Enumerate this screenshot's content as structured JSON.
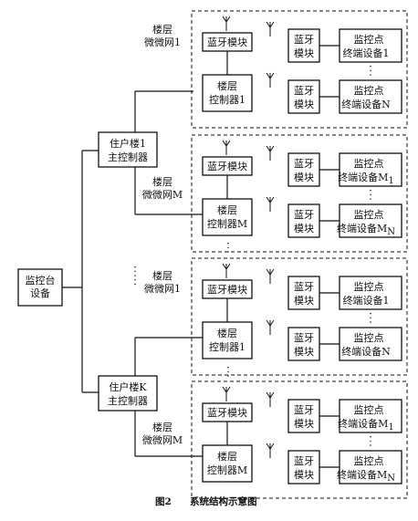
{
  "figure": {
    "caption_number": "图2",
    "caption_text": "系统结构示意图"
  },
  "root": {
    "line1": "监控台",
    "line2": "设备"
  },
  "buildings": [
    {
      "line1": "住户楼1",
      "line2": "主控制器"
    },
    {
      "line1": "住户楼K",
      "line2": "主控制器"
    }
  ],
  "groups": [
    {
      "label1": "楼层",
      "label2": "微微网1",
      "bt_module": "蓝牙模块",
      "floor_ctrl1": "楼层",
      "floor_ctrl2": "控制器1",
      "small_bt1": "蓝牙",
      "small_bt2": "模块",
      "term_top1": "监控点",
      "term_top2": "终端设备1",
      "term_bot1": "监控点",
      "term_bot2": "终端设备N"
    },
    {
      "label1": "楼层",
      "label2": "微微网M",
      "bt_module": "蓝牙模块",
      "floor_ctrl1": "楼层",
      "floor_ctrl2": "控制器M",
      "small_bt1": "蓝牙",
      "small_bt2": "模块",
      "term_top1": "监控点",
      "term_top2": "终端设备M",
      "term_top_sub": "1",
      "term_bot1": "监控点",
      "term_bot2": "终端设备M",
      "term_bot_sub": "N"
    },
    {
      "label1": "楼层",
      "label2": "微微网1",
      "bt_module": "蓝牙模块",
      "floor_ctrl1": "楼层",
      "floor_ctrl2": "控制器1",
      "small_bt1": "蓝牙",
      "small_bt2": "模块",
      "term_top1": "监控点",
      "term_top2": "终端设备1",
      "term_bot1": "监控点",
      "term_bot2": "终端设备N"
    },
    {
      "label1": "楼层",
      "label2": "微微网M",
      "bt_module": "蓝牙模块",
      "floor_ctrl1": "楼层",
      "floor_ctrl2": "控制器M",
      "small_bt1": "蓝牙",
      "small_bt2": "模块",
      "term_top1": "监控点",
      "term_top2": "终端设备M",
      "term_top_sub": "1",
      "term_bot1": "监控点",
      "term_bot2": "终端设备M",
      "term_bot_sub": "N"
    }
  ]
}
